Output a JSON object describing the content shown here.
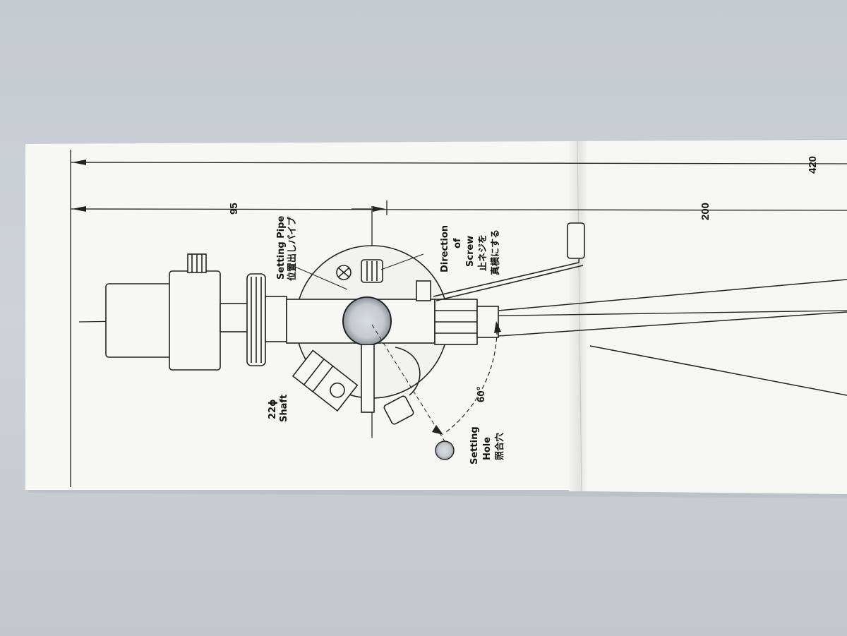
{
  "dimensions": {
    "overall_length": "420",
    "pivot_to_spindle": "200",
    "pivot_to_rear": "95"
  },
  "labels": {
    "setting_pipe_en": "Setting Pipe",
    "setting_pipe_ja": "位置出しパイプ",
    "direction_line1": "Direction",
    "direction_line2": "of",
    "direction_line3": "Screw",
    "direction_ja1": "止ネジを",
    "direction_ja2": "真横にする",
    "shaft_line1": "22ϕ",
    "shaft_line2": "Shaft",
    "setting_hole_line1": "Setting",
    "setting_hole_line2": "Hole",
    "setting_hole_ja": "照合穴",
    "angle": "60°"
  }
}
